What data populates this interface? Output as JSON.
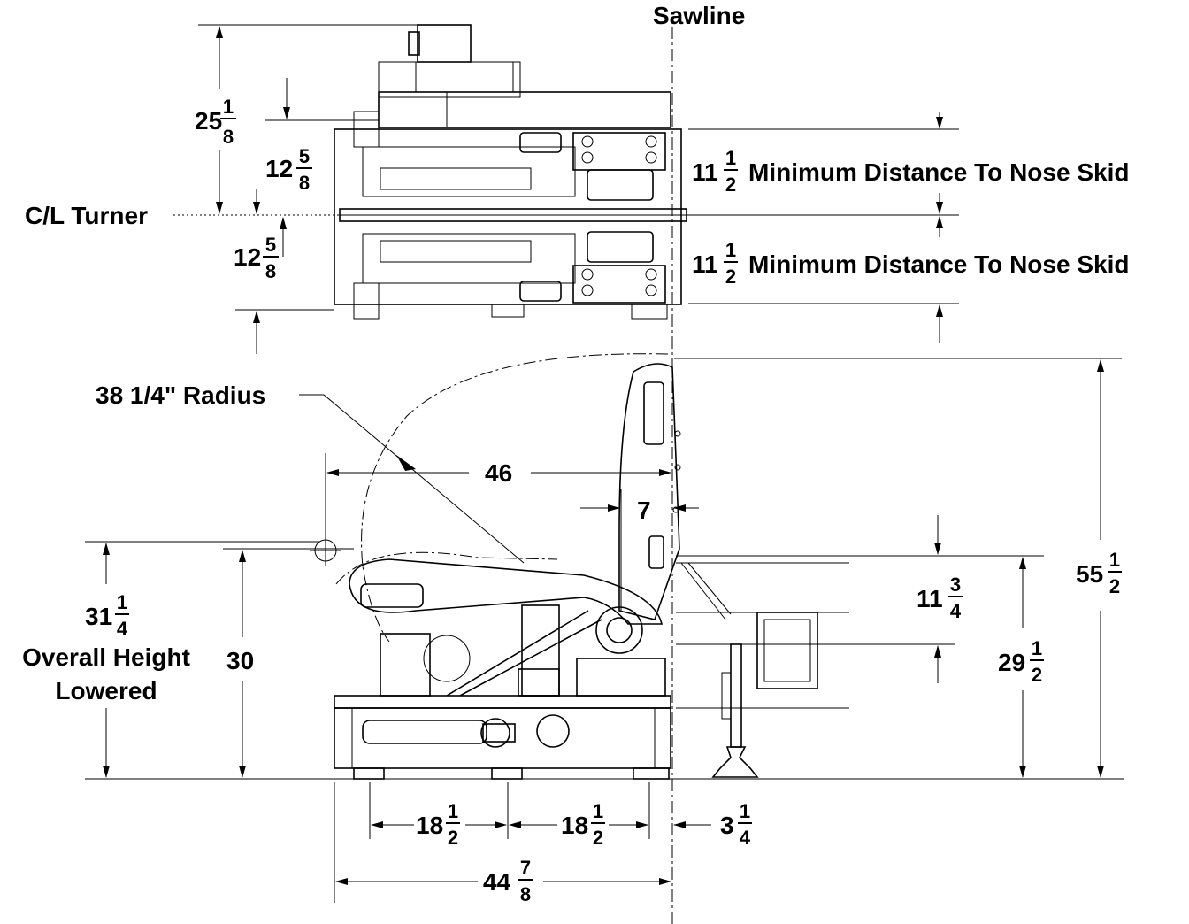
{
  "sawline_label": "Sawline",
  "cl_turner_label": "C/L Turner",
  "radius_label": "38 1/4\" Radius",
  "nose_skid_label": "Minimum Distance To Nose Skid",
  "overall_height_line1": "Overall Height",
  "overall_height_line2": "Lowered",
  "dims": {
    "top_overall": {
      "whole": "25",
      "num": "1",
      "den": "8"
    },
    "upper_half": {
      "whole": "12",
      "num": "5",
      "den": "8"
    },
    "lower_half": {
      "whole": "12",
      "num": "5",
      "den": "8"
    },
    "nose_upper": {
      "whole": "11",
      "num": "1",
      "den": "2"
    },
    "nose_lower": {
      "whole": "11",
      "num": "1",
      "den": "2"
    },
    "reach": "46",
    "offset": "7",
    "height_overall": {
      "whole": "31",
      "num": "1",
      "den": "4"
    },
    "height_30": "30",
    "infeed": {
      "whole": "11",
      "num": "3",
      "den": "4"
    },
    "total_height": {
      "whole": "55",
      "num": "1",
      "den": "2"
    },
    "bed_height": {
      "whole": "29",
      "num": "1",
      "den": "2"
    },
    "base_left": {
      "whole": "18",
      "num": "1",
      "den": "2"
    },
    "base_right": {
      "whole": "18",
      "num": "1",
      "den": "2"
    },
    "sawline_offset": {
      "whole": "3",
      "num": "1",
      "den": "4"
    },
    "base_total": {
      "whole": "44",
      "num": "7",
      "den": "8"
    }
  }
}
